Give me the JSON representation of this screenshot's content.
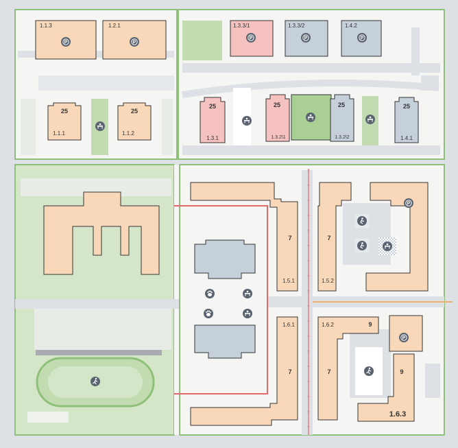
{
  "colors": {
    "background": "#ffffff",
    "block": "#f5f6f4",
    "road": "#dde1e6",
    "green": "#d5e6c8",
    "grass": "#c2dbb0",
    "lawn_green": "#a9cf95",
    "border_green": "#8fc07a",
    "building_residential": "#f8d8b8",
    "building_pink": "#f5c2c0",
    "building_blue": "#c6d0db",
    "building_stroke": "#333333",
    "icon_fill": "#5a6470",
    "red_route": "#e26a6a",
    "orange_line": "#f0b26a",
    "track": "#8fc07a",
    "gray_strip": "#a8acb0"
  },
  "icons": {
    "parking": "parking-icon",
    "playground": "playground-icon",
    "sport": "sport-icon",
    "fountain": "fountain-icon",
    "pets": "pets-icon",
    "running": "running-icon"
  },
  "labels": {
    "b113": "1.1.3",
    "b121": "1.2.1",
    "b1331": "1.3.3/1",
    "b1332": "1.3.3/2",
    "b142": "1.4.2",
    "b111": "1.1.1",
    "b111_floors": "25",
    "b112": "1.1.2",
    "b112_floors": "25",
    "b131": "1.3.1",
    "b131_floors": "25",
    "b1321": "1.3.2\\1",
    "b1321_floors": "25",
    "b1322": "1.3.2\\2",
    "b1322_floors": "25",
    "b141": "1.4.1",
    "b141_floors": "25",
    "b151": "1.5.1",
    "b151_floors": "7",
    "b152": "1.5.2",
    "b152_floors": "7",
    "b161": "1.6.1",
    "b161_floors": "7",
    "b162": "1.6.2",
    "b162_floors_a": "9",
    "b162_floors_b": "7",
    "b163": "1.6.3",
    "b163_floors": "9"
  }
}
